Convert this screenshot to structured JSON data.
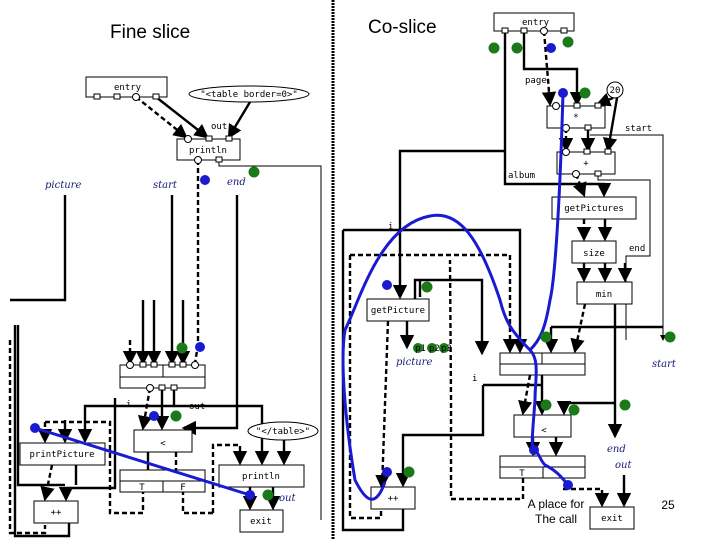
{
  "slide": {
    "number": "25"
  },
  "fine_slice": {
    "title": "Fine slice",
    "entry": "entry",
    "table_open": "\"<table border=0>\"",
    "out_label": "out",
    "println": "println",
    "picture": "picture",
    "start": "start",
    "end": "end",
    "i_label": "i",
    "out_label2": "out",
    "less": "<",
    "table_close": "\"</table>\"",
    "print_picture": "printPicture",
    "t_label": "T",
    "f_label": "F",
    "println2": "println",
    "out_label3": "out",
    "incr": "++",
    "exit": "exit"
  },
  "co_slice": {
    "title": "Co-slice",
    "entry": "entry",
    "page": "page",
    "twenty": "20",
    "mult": "*",
    "start_label": "start",
    "plus": "+",
    "album": "album",
    "get_pictures": "getPictures",
    "i_top": "i",
    "size": "size",
    "end_label": "end",
    "min": "min",
    "get_picture": "getPicture",
    "p_labels": [
      "p1",
      "p2",
      "p3"
    ],
    "picture": "picture",
    "start": "start",
    "i_label": "i",
    "less": "<",
    "end": "end",
    "out": "out",
    "t_label": "T",
    "incr": "++",
    "call_note_line1": "A place for",
    "call_note_line2": "The call",
    "exit": "exit"
  },
  "colors": {
    "blue_marker": "#1a1ad0",
    "green_marker": "#1a7a1a",
    "label": "#1a1a7a"
  }
}
